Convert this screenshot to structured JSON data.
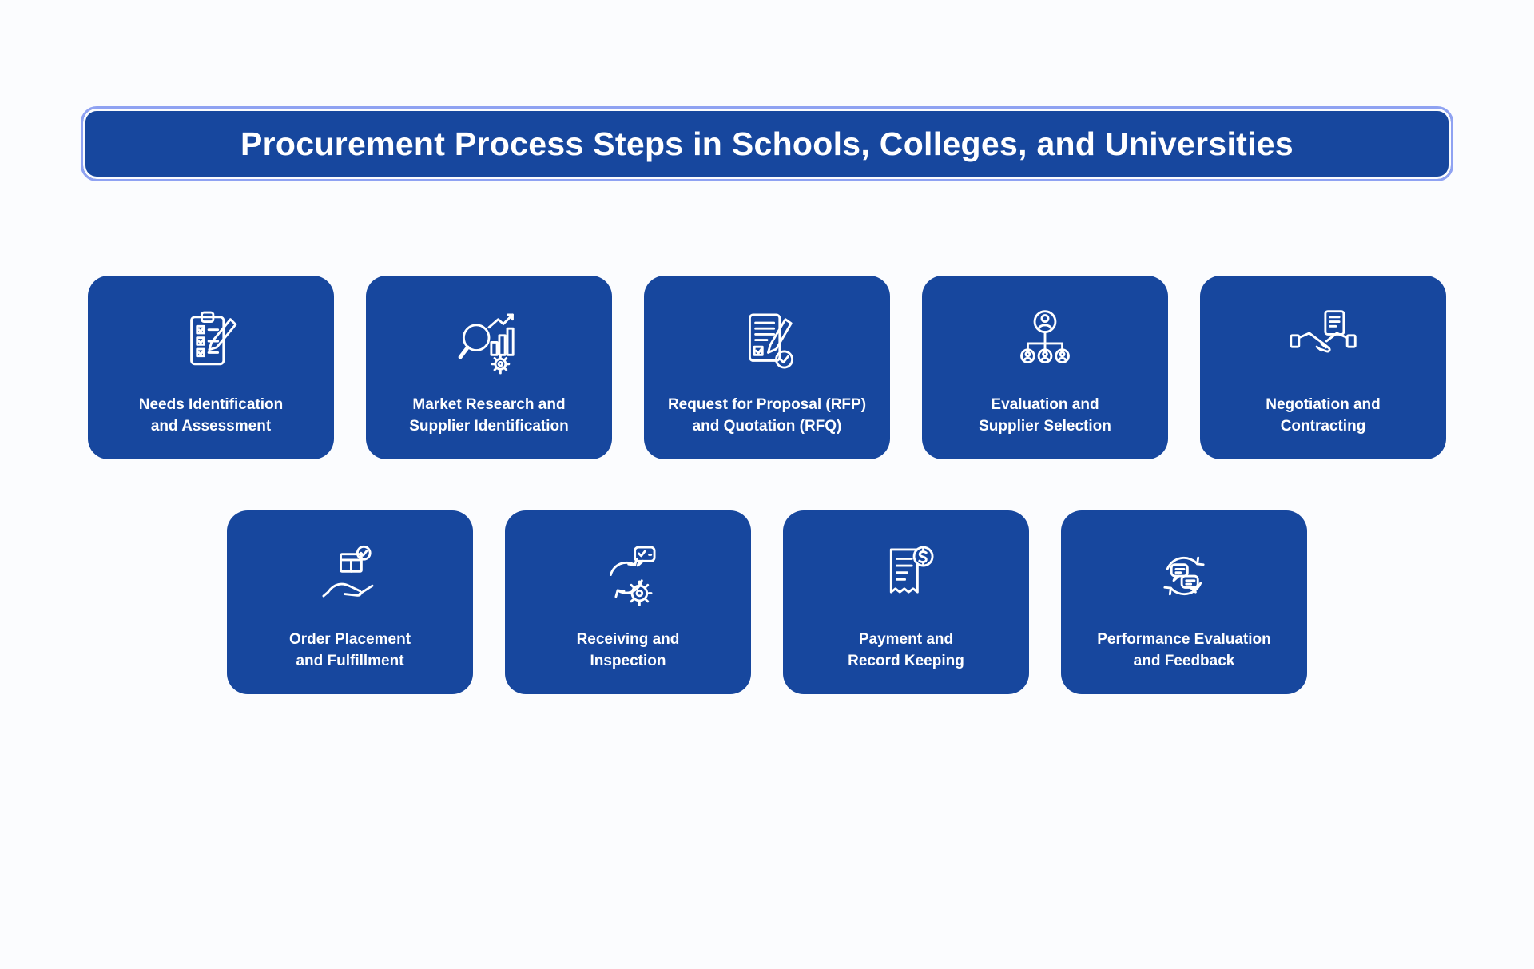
{
  "colors": {
    "page_bg": "#fbfcfe",
    "card_bg": "#17479e",
    "title_bg": "#17479e",
    "title_border": "#8fa2f2",
    "text": "#ffffff"
  },
  "title": {
    "text": "Procurement Process Steps in Schools, Colleges, and Universities"
  },
  "steps": [
    {
      "line1": "Needs Identification",
      "line2": "and Assessment",
      "icon": "clipboard-checklist-icon"
    },
    {
      "line1": "Market Research and",
      "line2": "Supplier Identification",
      "icon": "market-research-icon"
    },
    {
      "line1": "Request for Proposal (RFP)",
      "line2": "and Quotation (RFQ)",
      "icon": "rfp-document-icon"
    },
    {
      "line1": "Evaluation and",
      "line2": "Supplier Selection",
      "icon": "supplier-selection-icon"
    },
    {
      "line1": "Negotiation and",
      "line2": "Contracting",
      "icon": "handshake-contract-icon"
    },
    {
      "line1": "Order Placement",
      "line2": "and Fulfillment",
      "icon": "order-box-hand-icon"
    },
    {
      "line1": "Receiving and",
      "line2": "Inspection",
      "icon": "receiving-inspection-icon"
    },
    {
      "line1": "Payment and",
      "line2": "Record Keeping",
      "icon": "payment-receipt-icon"
    },
    {
      "line1": "Performance Evaluation",
      "line2": "and Feedback",
      "icon": "feedback-chat-icon"
    }
  ]
}
